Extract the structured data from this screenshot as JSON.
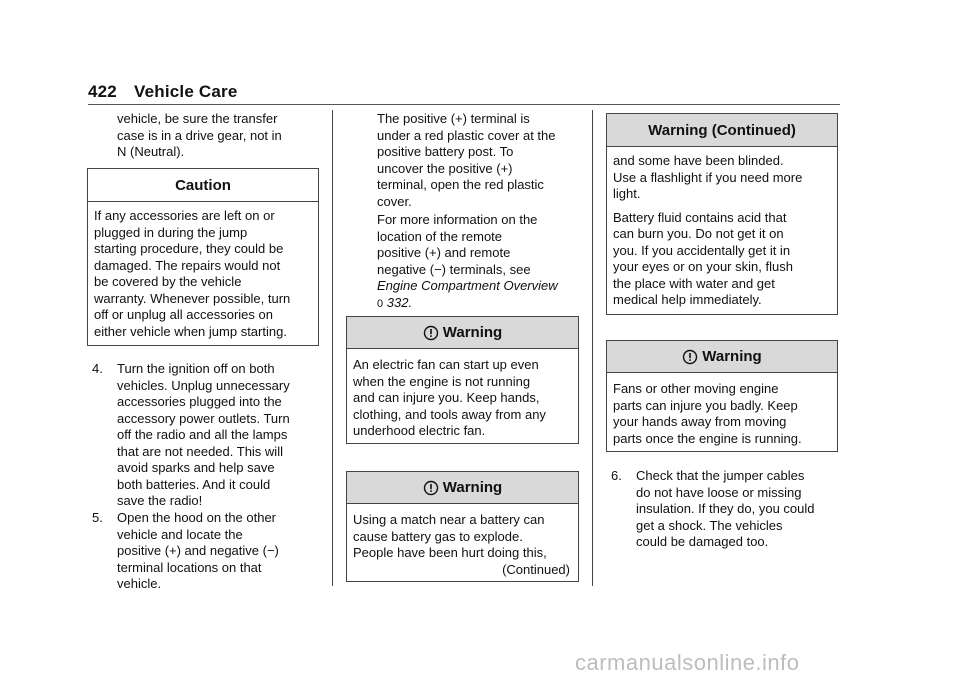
{
  "header": {
    "page_number": "422",
    "section_title": "Vehicle Care"
  },
  "col1": {
    "intro_lines": [
      "vehicle, be sure the transfer",
      "case is in a drive gear, not in",
      "N (Neutral)."
    ],
    "caution": {
      "title": "Caution",
      "lines": [
        "If any accessories are left on or",
        "plugged in during the jump",
        "starting procedure, they could be",
        "damaged. The repairs would not",
        "be covered by the vehicle",
        "warranty. Whenever possible, turn",
        "off or unplug all accessories on",
        "either vehicle when jump starting."
      ]
    },
    "step4": {
      "number": "4.",
      "lines": [
        "Turn the ignition off on both",
        "vehicles. Unplug unnecessary",
        "accessories plugged into the",
        "accessory power outlets. Turn",
        "off the radio and all the lamps",
        "that are not needed. This will",
        "avoid sparks and help save",
        "both batteries. And it could",
        "save the radio!"
      ]
    },
    "step5": {
      "number": "5.",
      "lines": [
        "Open the hood on the other",
        "vehicle and locate the",
        "positive (+) and negative (−)",
        "terminal locations on that",
        "vehicle."
      ]
    }
  },
  "col2": {
    "para1_lines": [
      "The positive (+) terminal is",
      "under a red plastic cover at the",
      "positive battery post. To",
      "uncover the positive (+)",
      "terminal, open the red plastic",
      "cover."
    ],
    "para2_lines": [
      "For more information on the",
      "location of the remote",
      "positive (+) and remote",
      "negative (−) terminals, see"
    ],
    "para2_link": "Engine Compartment Overview",
    "para2_ref_arrow": "0",
    "para2_ref_page": "332.",
    "warning1": {
      "title": "Warning",
      "lines": [
        "An electric fan can start up even",
        "when the engine is not running",
        "and can injure you. Keep hands,",
        "clothing, and tools away from any",
        "underhood electric fan."
      ]
    },
    "warning2": {
      "title": "Warning",
      "lines": [
        "Using a match near a battery can",
        "cause battery gas to explode.",
        "People have been hurt doing this,"
      ],
      "continued": "(Continued)"
    }
  },
  "col3": {
    "warning_continued": {
      "title": "Warning  (Continued)",
      "para1_lines": [
        "and some have been blinded.",
        "Use a flashlight if you need more",
        "light."
      ],
      "para2_lines": [
        "Battery fluid contains acid that",
        "can burn you. Do not get it on",
        "you. If you accidentally get it in",
        "your eyes or on your skin, flush",
        "the place with water and get",
        "medical help immediately."
      ]
    },
    "warning3": {
      "title": "Warning",
      "lines": [
        "Fans or other moving engine",
        "parts can injure you badly. Keep",
        "your hands away from moving",
        "parts once the engine is running."
      ]
    },
    "step6": {
      "number": "6.",
      "lines": [
        "Check that the jumper cables",
        "do not have loose or missing",
        "insulation. If they do, you could",
        "get a shock. The vehicles",
        "could be damaged too."
      ]
    }
  },
  "watermark": "carmanualsonline.info",
  "colors": {
    "box_header_bg": "#d9d9d9",
    "rule": "#444444",
    "watermark": "#bdbdbd"
  }
}
